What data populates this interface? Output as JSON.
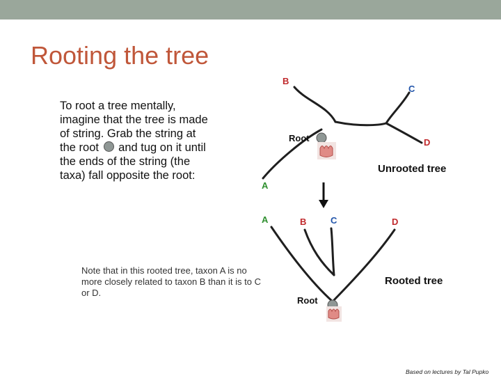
{
  "slide": {
    "title": "Rooting the tree",
    "paragraph_before": "To root a tree mentally, imagine that the tree is made of string.  Grab the string at the root",
    "paragraph_after": "and tug on it until the ends of the string (the taxa) fall opposite the root:",
    "note": "Note that in this rooted tree, taxon A is no more closely related to taxon B than it is to C or D.",
    "credit": "Based on lectures by Tal Pupko"
  },
  "unrooted_tree": {
    "caption": "Unrooted tree",
    "root_label": "Root",
    "taxa": {
      "A": "A",
      "B": "B",
      "C": "C",
      "D": "D"
    }
  },
  "rooted_tree": {
    "caption": "Rooted tree",
    "root_label": "Root",
    "taxa": {
      "A": "A",
      "B": "B",
      "C": "C",
      "D": "D"
    }
  },
  "colors": {
    "topbar": "#9aa79b",
    "title": "#c0573a",
    "taxon_red": "#c0292c",
    "taxon_green": "#2f8f2f",
    "taxon_blue": "#2255aa",
    "branch": "#1f1f1f",
    "root_dot": "#8f9795"
  }
}
